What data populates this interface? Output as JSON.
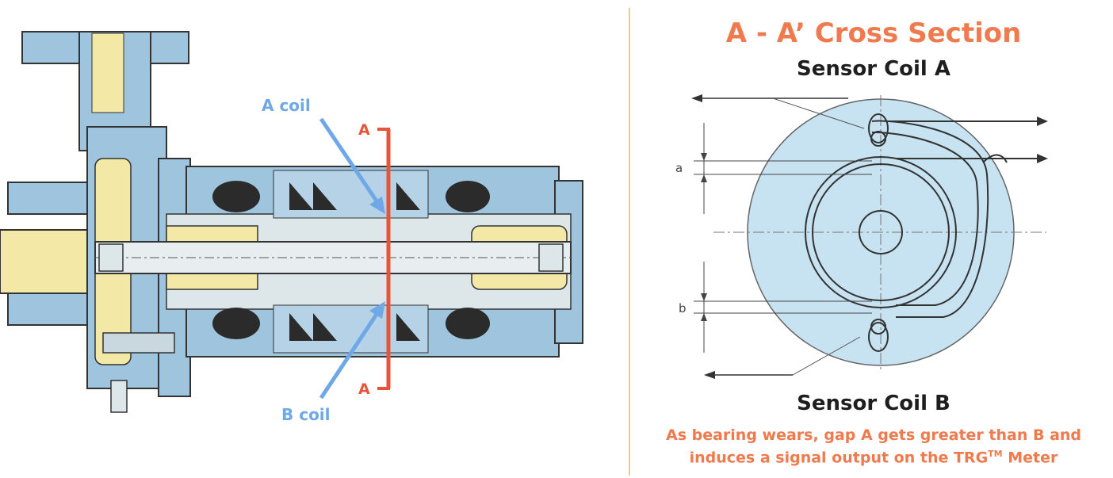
{
  "pump": {
    "a_coil_label": "A coil",
    "b_coil_label": "B coil",
    "section_mark_top": "A",
    "section_mark_bottom": "A"
  },
  "cross_section": {
    "title": "A - A’ Cross Section",
    "sensor_coil_a": "Sensor Coil A",
    "sensor_coil_b": "Sensor Coil B",
    "gap_a": "a",
    "gap_b": "b",
    "note_line1": "As bearing wears, gap A gets greater than B and",
    "note_line2_pre": "induces a signal output on the TRG",
    "note_line2_tm": "TM",
    "note_line2_post": " Meter"
  },
  "colors": {
    "title": "#ef7a4e",
    "coil_arrow": "#6fa8e6",
    "section_line": "#e8543a",
    "casing": "#9fc4dd",
    "bearing": "#f3e8a6",
    "divider": "#f2cf73"
  }
}
